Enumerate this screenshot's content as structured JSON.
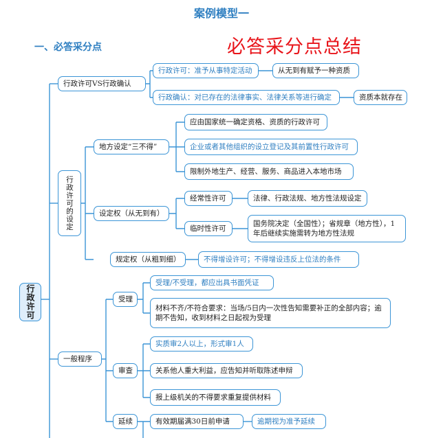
{
  "header": {
    "title": "案例模型一",
    "section": "一、必答采分点",
    "stamp": "必答采分点总结"
  },
  "tree": {
    "root": "行政许可",
    "n1": {
      "label": "行政许可VS行政确认",
      "a1": "行政许可：准予从事特定活动",
      "a1_note": "从无到有赋予一种资质",
      "a2": "行政确认：对已存在的法律事实、法律关系等进行确定",
      "a2_note": "资质本就存在"
    },
    "n2": {
      "label": "行政许可的设定",
      "b1": {
        "label": "地方设定“三不得”",
        "items": [
          "应由国家统一确定资格、资质的行政许可",
          "企业或者其他组织的设立登记及其前置性行政许可",
          "限制外地生产、经营、服务、商品进入本地市场"
        ]
      },
      "b2": {
        "label": "设定权（从无到有）",
        "c1": "经常性许可",
        "c1_note": "法律、行政法规、地方性法规设定",
        "c2": "临时性许可",
        "c2_note": "国务院决定（全国性）；省规章（地方性），1年后继续实施需转为地方性法规"
      },
      "b3": {
        "label": "规定权（从粗到细）",
        "note": "不得增设许可；不得增设违反上位法的条件"
      }
    },
    "n3": {
      "label": "一般程序",
      "d1": {
        "label": "受理",
        "items": [
          "受理/不受理，都应出具书面凭证",
          "材料不齐/不符合要求：当场/5日内一次性告知需要补正的全部内容；逾期不告知，收到材料之日起视为受理"
        ]
      },
      "d2": {
        "label": "审查",
        "items": [
          "实质审2人以上，形式审1人",
          "关系他人重大利益，应告知并听取陈述申辩",
          "报上级机关的不得要求重复提供材料"
        ]
      },
      "d3": {
        "label": "延续",
        "item": "有效期届满30日前申请",
        "note": "逾期视为准予延续"
      }
    }
  },
  "colors": {
    "accent": "#2f7fc1",
    "line": "#3a94d6",
    "stamp": "#e8141a",
    "root_fill": "#dfeefb"
  }
}
